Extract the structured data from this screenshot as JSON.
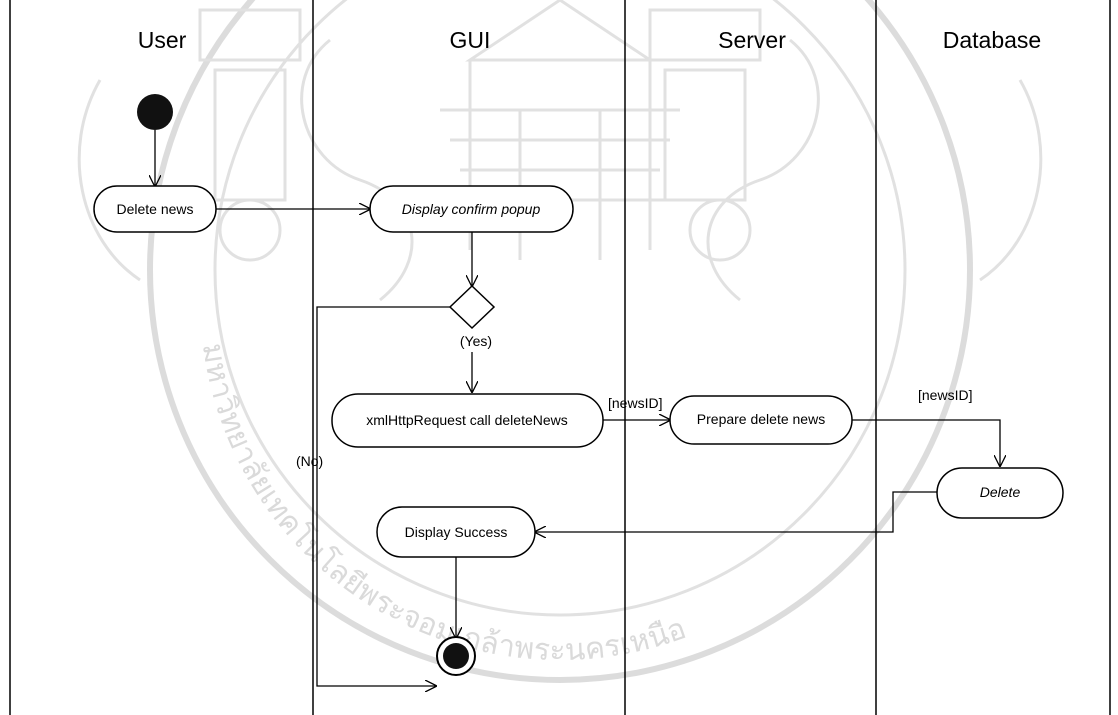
{
  "lanes": [
    "User",
    "GUI",
    "Server",
    "Database"
  ],
  "nodes": {
    "delete_news": "Delete news",
    "display_confirm": "Display confirm popup",
    "xml_request": "xmlHttpRequest call deleteNews",
    "prepare_delete": "Prepare delete news",
    "delete": "Delete",
    "display_success": "Display Success"
  },
  "guards": {
    "yes": "(Yes)",
    "no": "(No)",
    "news_id_1": "[newsID]",
    "news_id_2": "[newsID]"
  },
  "watermark": {
    "arc_text": "มหาวิทยาลัยเทคโนโลยีพระจอมเกล้าพระนครเหนือ"
  }
}
